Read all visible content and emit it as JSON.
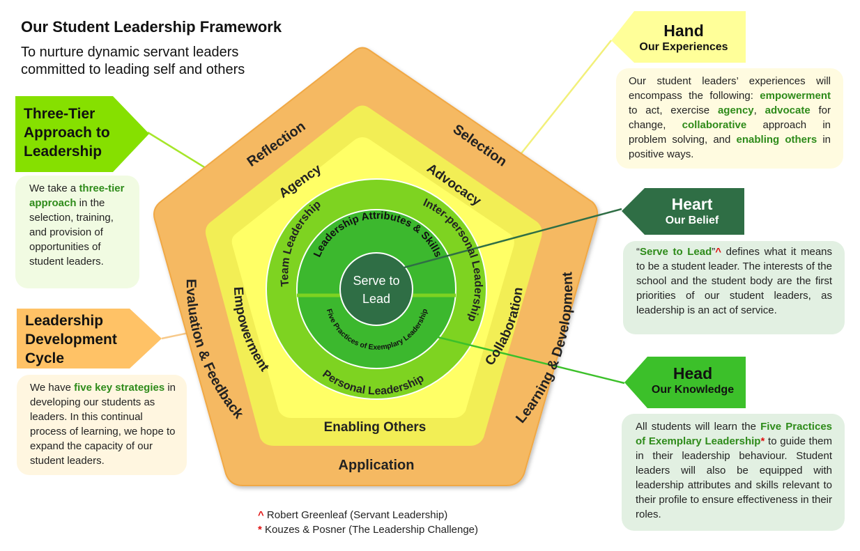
{
  "header": {
    "title": "Our Student Leadership Framework",
    "subtitle_line1": "To nurture dynamic servant leaders",
    "subtitle_line2": "committed to leading self and others"
  },
  "pentagon": {
    "outer_labels": {
      "reflection": "Reflection",
      "selection": "Selection",
      "learning": "Learning & Development",
      "application": "Application",
      "evaluation": "Evaluation & Feedback"
    },
    "inner_labels": {
      "agency": "Agency",
      "advocacy": "Advocacy",
      "collaboration": "Collaboration",
      "enabling": "Enabling Others",
      "empowerment": "Empowerment"
    }
  },
  "circles": {
    "ring_labels": {
      "team": "Team Leadership",
      "interpersonal": "Inter-personal Leadership",
      "personal": "Personal Leadership"
    },
    "inner_labels": {
      "attributes": "Leadership Attributes & Skills",
      "five_practices": "Five Practices of Exemplary Leadership"
    },
    "center_line1": "Serve to",
    "center_line2": "Lead"
  },
  "left_tags": {
    "three_tier": {
      "line1": "Three-Tier",
      "line2": "Approach to",
      "line3": "Leadership"
    },
    "cycle": {
      "line1": "Leadership",
      "line2": "Development",
      "line3": "Cycle"
    }
  },
  "right_tags": {
    "hand": {
      "title": "Hand",
      "subtitle": "Our Experiences"
    },
    "heart": {
      "title": "Heart",
      "subtitle": "Our Belief"
    },
    "head": {
      "title": "Head",
      "subtitle": "Our Knowledge"
    }
  },
  "boxes": {
    "three_tier": {
      "pre": "We take a ",
      "hl": "three-tier approach",
      "post": " in the selection, training, and provision of opportunities of student leaders."
    },
    "cycle": {
      "pre": "We have ",
      "hl": "five key strategies",
      "post": " in developing our students as leaders. In this continual process of learning, we hope to expand the capacity of our student leaders."
    },
    "hand": {
      "t1": "Our student leaders’ experiences will encompass the following: ",
      "h1": "empowerment",
      "t2": " to act, exercise ",
      "h2": "agency",
      "t3": ", ",
      "h3": "advocate",
      "t4": " for change, ",
      "h4": "collaborative",
      "t5": " approach in problem solving, and ",
      "h5": "enabling others",
      "t6": " in positive ways."
    },
    "heart": {
      "q1": "“",
      "hl": "Serve to Lead",
      "q2": "”",
      "mark": "^",
      "post": " defines what it means to be a student leader. The interests of the school and the student body are the first priorities of our student leaders, as leadership is an act of service."
    },
    "head": {
      "pre": "All students will learn the ",
      "hl": "Five Practices of Exemplary Leadership",
      "mark": "*",
      "post": " to guide them in their leadership behaviour. Student leaders will also be equipped with leadership attributes and skills relevant to their profile to ensure effectiveness in their roles."
    }
  },
  "footnotes": {
    "caret_mark": "^",
    "caret_text": " Robert Greenleaf (Servant Leadership)",
    "star_mark": "*",
    "star_text": " Kouzes & Posner (The Leadership Challenge)"
  },
  "colors": {
    "outer_pentagon": "#f5b962",
    "middle_pentagon": "#f2f06a",
    "inner_pentagon": "#ffff66",
    "ring_outer": "#7ed321",
    "ring_inner": "#3cb82e",
    "center": "#2f6e45",
    "lime_tag": "#86e000",
    "orange_tag": "#ffc266",
    "hand_tag": "#ffff99",
    "heart_tag": "#2f6e45",
    "head_tag": "#3cc02a"
  }
}
